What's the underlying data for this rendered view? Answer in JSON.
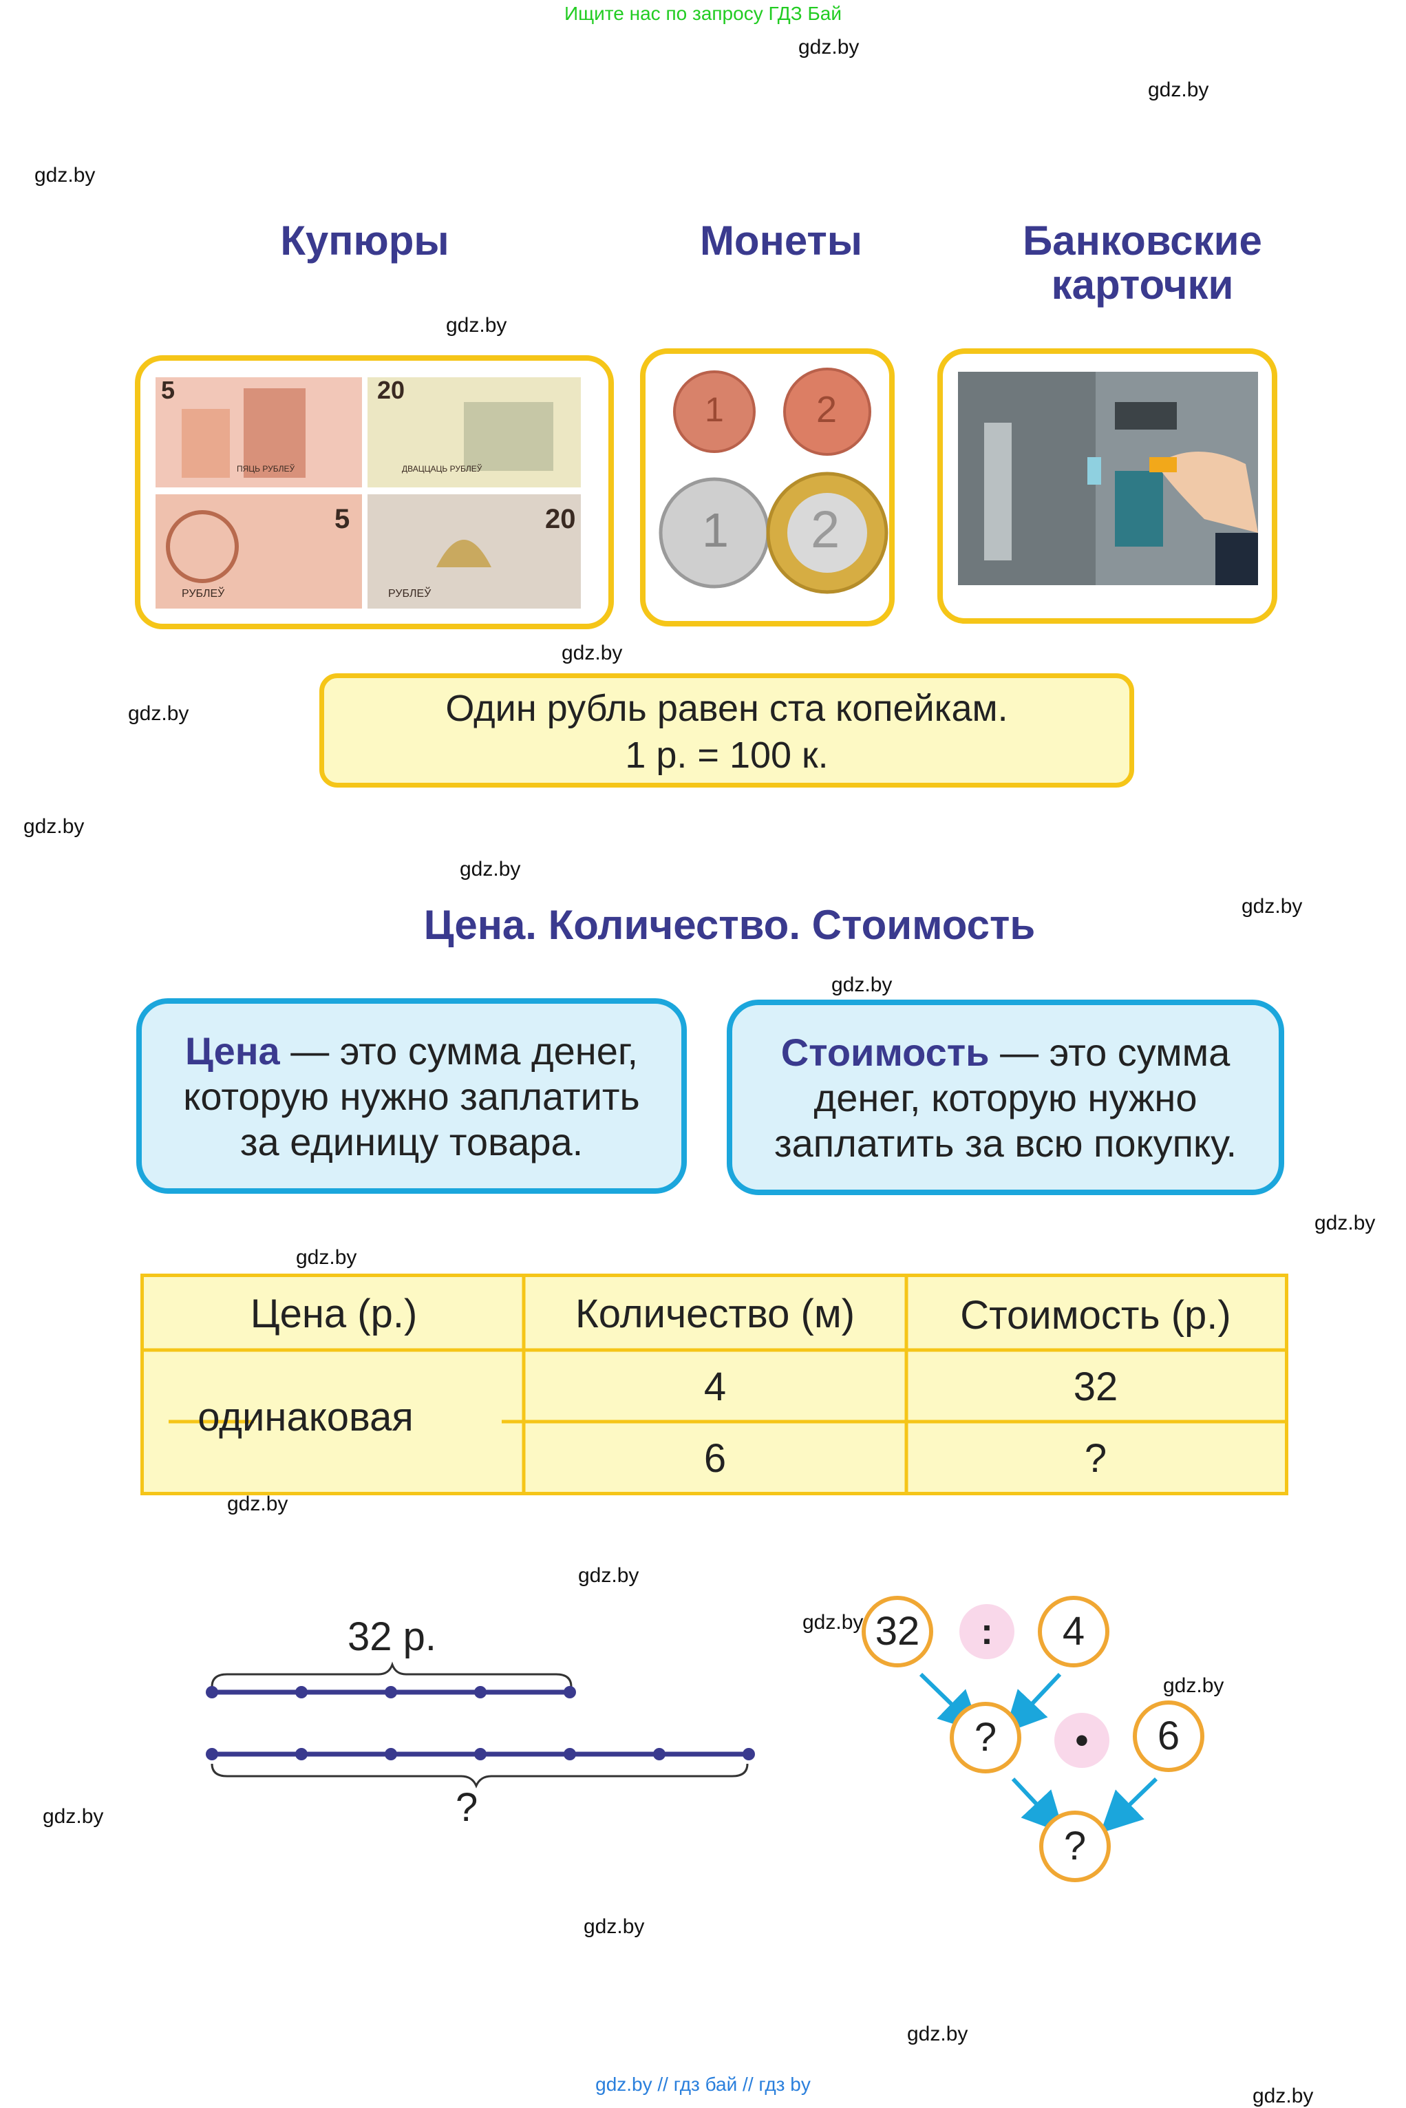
{
  "banner": "Ищите нас по запросу ГДЗ Бай",
  "watermark": "gdz.by",
  "headings": {
    "banknotes": "Купюры",
    "coins": "Монеты",
    "cards_line1": "Банковские",
    "cards_line2": "карточки"
  },
  "banknotes": {
    "note1_value": "5",
    "note1_word": "ПЯЦЬ РУБЛЕЎ",
    "note2_value": "20",
    "note2_word": "ДВАЦЦАЦЬ РУБЛЕЎ",
    "note3_value": "5",
    "note3_word": "РУБЛЕЎ",
    "note4_value": "20",
    "note4_word": "РУБЛЕЎ"
  },
  "coins": {
    "c1": "1",
    "c2": "2",
    "c3": "1",
    "c4": "2"
  },
  "rule": {
    "line1": "Один рубль равен ста копейкам.",
    "line2": "1 р. = 100 к."
  },
  "section_title": "Цена. Количество. Стоимость",
  "definitions": {
    "price_term": "Цена",
    "price_text_a": " — это сумма денег,",
    "price_text_b": "которую нужно заплатить",
    "price_text_c": "за единицу товара.",
    "cost_term": "Стоимость",
    "cost_text_a": " — это сумма",
    "cost_text_b": "денег, которую нужно",
    "cost_text_c": "заплатить за всю покупку."
  },
  "table": {
    "headers": [
      "Цена (р.)",
      "Количество (м)",
      "Стоимость (р.)"
    ],
    "price_value": "одинаковая",
    "rows": [
      {
        "quantity": "4",
        "cost": "32"
      },
      {
        "quantity": "6",
        "cost": "?"
      }
    ]
  },
  "segment_diagram": {
    "top_label": "32 р.",
    "bottom_label": "?",
    "top_segments": 4,
    "bottom_segments": 6
  },
  "tree": {
    "n1": "32",
    "op1": ":",
    "n2": "4",
    "r1": "?",
    "op2": "•",
    "n3": "6",
    "r2": "?"
  },
  "colors": {
    "heading": "#3a3a8e",
    "yellow_border": "#f5c518",
    "yellow_fill": "#fdf9c4",
    "blue_border": "#1ba6dc",
    "blue_fill": "#daf1fa",
    "orange_circle": "#f0a733",
    "pink_op": "#f9d8ea",
    "segment_line": "#3a3a8e",
    "arrow": "#1ba6dc"
  },
  "footer": "gdz.by  //  гдз бай  //  гдз by"
}
